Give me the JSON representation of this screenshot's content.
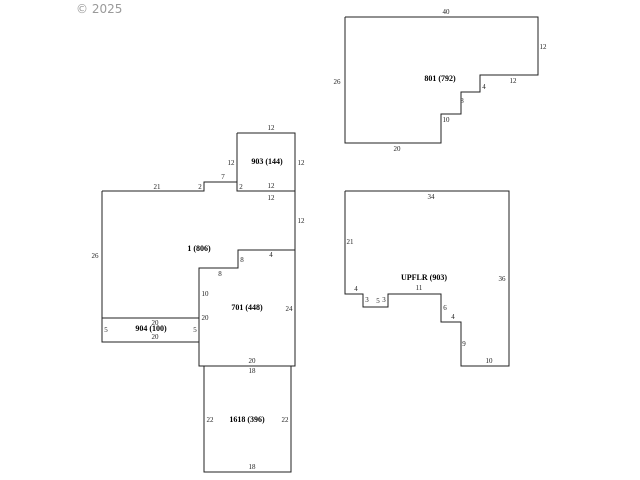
{
  "copyright": "© 2025",
  "areas": {
    "a801": "801 (792)",
    "a903": "903 (144)",
    "a1": "1 (806)",
    "a701": "701 (448)",
    "a904": "904 (100)",
    "a1618": "1618 (396)",
    "upflr": "UPFLR (903)"
  },
  "dims": {
    "d801_top": "40",
    "d801_right": "12",
    "d801_left": "26",
    "d801_step_w": "12",
    "d801_step_v": "4",
    "d801_step2": "8",
    "d801_step3": "10",
    "d801_bottom": "20",
    "d903_top": "12",
    "d903_left": "12",
    "d903_right": "12",
    "d903_bottom": "12",
    "d1_top": "21",
    "d1_left": "26",
    "d1_step_a": "2",
    "d1_step_b": "7",
    "d1_step_c": "2",
    "d1_right": "12",
    "d1_inner": "12",
    "d1_v": "4",
    "d1_h": "8",
    "d701_left": "10",
    "d701_right": "24",
    "d701_bottom": "20",
    "d701_mid": "20",
    "d904_top": "20",
    "d904_bottom": "20",
    "d904_left": "5",
    "d904_right": "5",
    "d1618_top": "18",
    "d1618_left": "22",
    "d1618_right": "22",
    "d1618_bottom": "18",
    "up_top": "34",
    "up_left": "21",
    "up_right": "36",
    "up_a": "4",
    "up_b": "3",
    "up_c": "5",
    "up_d": "3",
    "up_e": "11",
    "up_f": "6",
    "up_g": "4",
    "up_h": "9",
    "up_bottom": "10"
  }
}
